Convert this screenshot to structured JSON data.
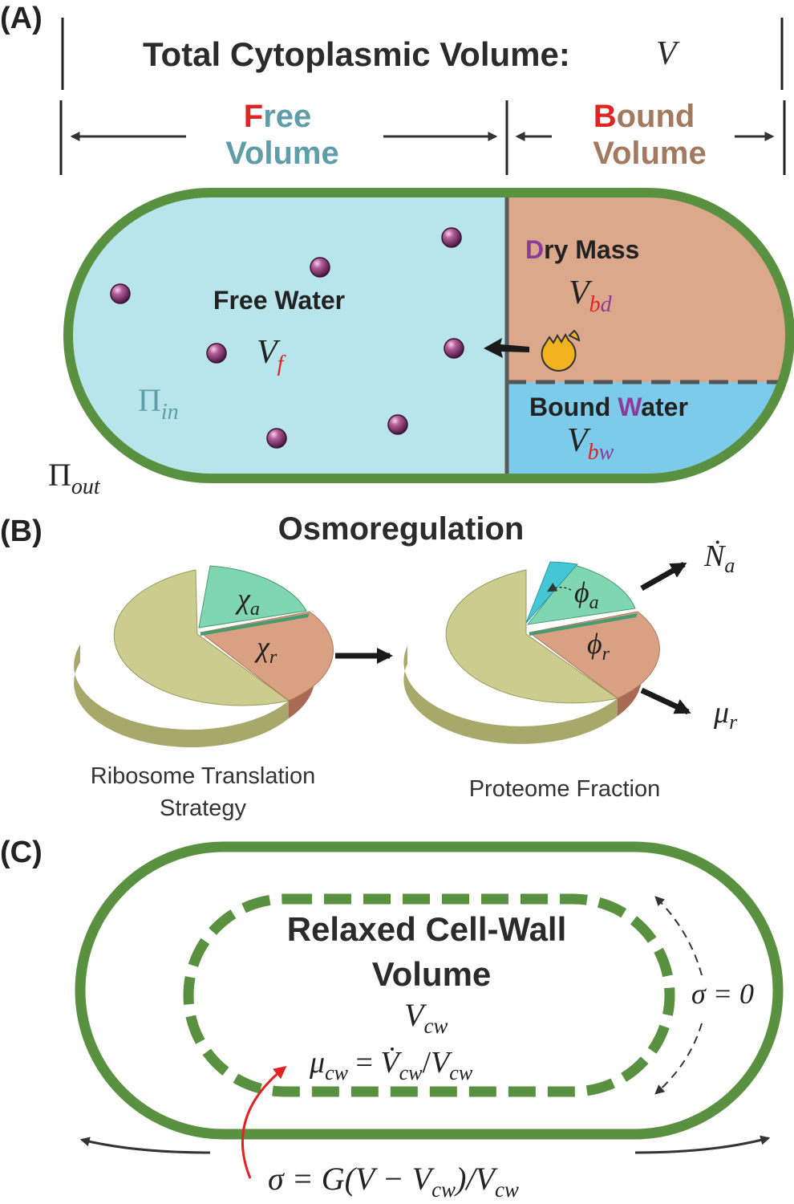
{
  "panel_a": {
    "label": "(A)",
    "title": "Total Cytoplasmic Volume:",
    "title_symbol": "V",
    "free_initial": "F",
    "free_rest": "ree",
    "free_line2": "Volume",
    "bound_initial": "B",
    "bound_rest": "ound",
    "bound_line2": "Volume",
    "free_water": "Free Water",
    "vf_base": "V",
    "vf_sub": "f",
    "pi_in_base": "Π",
    "pi_in_sub": "in",
    "pi_out_base": "Π",
    "pi_out_sub": "out",
    "dry_initial": "D",
    "dry_rest": "ry Mass",
    "vbd_base": "V",
    "vbd_sub_1": "b",
    "vbd_sub_2": "d",
    "bw_pre": "Bound ",
    "bw_initial": "W",
    "bw_rest": "ater",
    "vbw_base": "V",
    "vbw_sub_1": "b",
    "vbw_sub_2": "w"
  },
  "panel_b": {
    "label": "(B)",
    "title": "Osmoregulation",
    "chi_a_base": "χ",
    "chi_a_sub": "a",
    "chi_r_base": "χ",
    "chi_r_sub": "r",
    "phi_a_base": "ϕ",
    "phi_a_sub": "a",
    "phi_r_base": "ϕ",
    "phi_r_sub": "r",
    "n_dot_base": "Ṅ",
    "n_dot_sub": "a",
    "mu_r_base": "μ",
    "mu_r_sub": "r",
    "caption_left_1": "Ribosome Translation",
    "caption_left_2": "Strategy",
    "caption_right": "Proteome Fraction"
  },
  "panel_c": {
    "label": "(C)",
    "title_1": "Relaxed Cell-Wall",
    "title_2": "Volume",
    "vcw_base": "V",
    "vcw_sub": "cw",
    "mu_eq_1": "μ",
    "mu_eq_2": "cw",
    "mu_eq_3": " = ",
    "mu_eq_4": "V̇",
    "mu_eq_5": "cw",
    "mu_eq_6": "/",
    "mu_eq_7": "V",
    "mu_eq_8": "cw",
    "sigma_zero": "σ = 0",
    "sigma_eq_1": "σ = G(V − V",
    "sigma_eq_2": "cw",
    "sigma_eq_3": ")/V",
    "sigma_eq_4": "cw"
  },
  "colors": {
    "cell_wall": "#5a9140",
    "free_region": "#b8e4ec",
    "dry_mass": "#dca88c",
    "bound_water": "#7ccbea",
    "free_text": "#5f9ea8",
    "bound_text": "#a37a60",
    "accent_red": "#e02424",
    "accent_purple": "#8b3b9a",
    "pie_main": "#cccc8e",
    "pie_a": "#7fd6b0",
    "pie_r": "#d9a181",
    "pie_cyan": "#44c6d4"
  }
}
